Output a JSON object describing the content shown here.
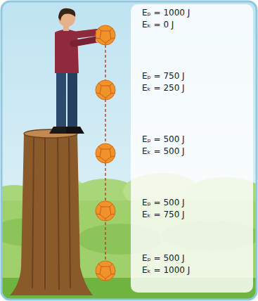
{
  "diagram": {
    "labels": [
      "Eₚ = 1000 J",
      "Eₖ = 0 J",
      "Eₚ = 750 J",
      "Eₖ = 250 J",
      "Eₚ = 500 J",
      "Eₖ = 500 J",
      "Eₚ = 500 J",
      "Eₖ = 750 J",
      "Eₚ = 500 J",
      "Eₖ = 1000 J"
    ]
  }
}
